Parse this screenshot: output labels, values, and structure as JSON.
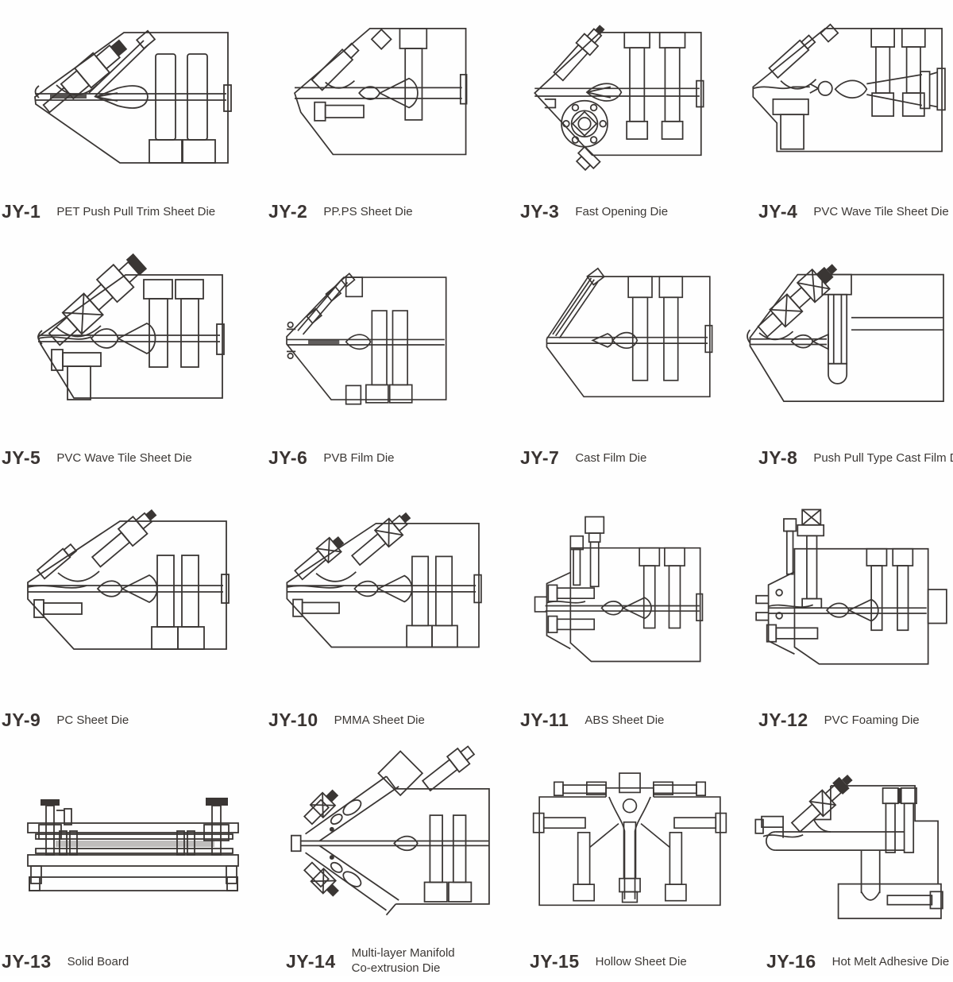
{
  "page": {
    "kind": "extrusion-die-catalog",
    "ink_color": "#3a3634",
    "background_color": "#ffffff"
  },
  "cells": [
    {
      "code": "JY-1",
      "label": "PET Push Pull Trim Sheet Die"
    },
    {
      "code": "JY-2",
      "label": "PP.PS Sheet Die"
    },
    {
      "code": "JY-3",
      "label": "Fast Opening Die"
    },
    {
      "code": "JY-4",
      "label": "PVC Wave Tile Sheet Die"
    },
    {
      "code": "JY-5",
      "label": "PVC Wave Tile Sheet Die"
    },
    {
      "code": "JY-6",
      "label": "PVB Film Die"
    },
    {
      "code": "JY-7",
      "label": "Cast Film Die"
    },
    {
      "code": "JY-8",
      "label": "Push Pull Type Cast Film Die"
    },
    {
      "code": "JY-9",
      "label": "PC Sheet Die"
    },
    {
      "code": "JY-10",
      "label": "PMMA Sheet Die"
    },
    {
      "code": "JY-11",
      "label": "ABS Sheet Die"
    },
    {
      "code": "JY-12",
      "label": "PVC Foaming Die"
    },
    {
      "code": "JY-13",
      "label": "Solid Board"
    },
    {
      "code": "JY-14",
      "label": "Multi-layer Manifold Co-extrusion Die"
    },
    {
      "code": "JY-15",
      "label": "Hollow Sheet Die"
    },
    {
      "code": "JY-16",
      "label": "Hot Melt Adhesive Die"
    }
  ]
}
